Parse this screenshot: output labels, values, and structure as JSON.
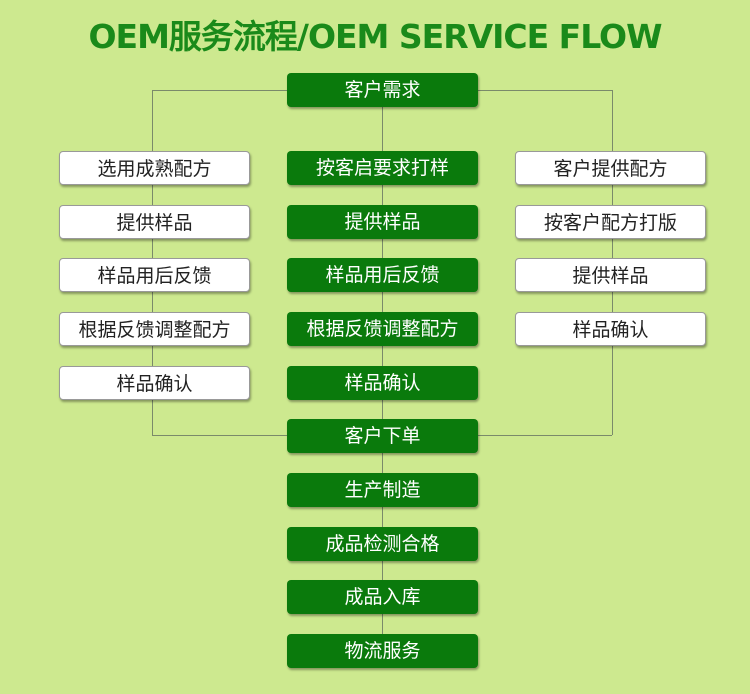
{
  "title": "OEM服务流程/OEM SERVICE FLOW",
  "center": [
    "客户需求",
    "按客启要求打样",
    "提供样品",
    "样品用后反馈",
    "根据反馈调整配方",
    "样品确认",
    "客户下单",
    "生产制造",
    "成品检测合格",
    "成品入库",
    "物流服务"
  ],
  "left": [
    "选用成熟配方",
    "提供样品",
    "样品用后反馈",
    "根据反馈调整配方",
    "样品确认"
  ],
  "right": [
    "客户提供配方",
    "按客户配方打版",
    "提供样品",
    "样品确认"
  ],
  "colors": {
    "background": "#cde98f",
    "primary": "#0a7a0c",
    "title": "#1a8a1a"
  }
}
